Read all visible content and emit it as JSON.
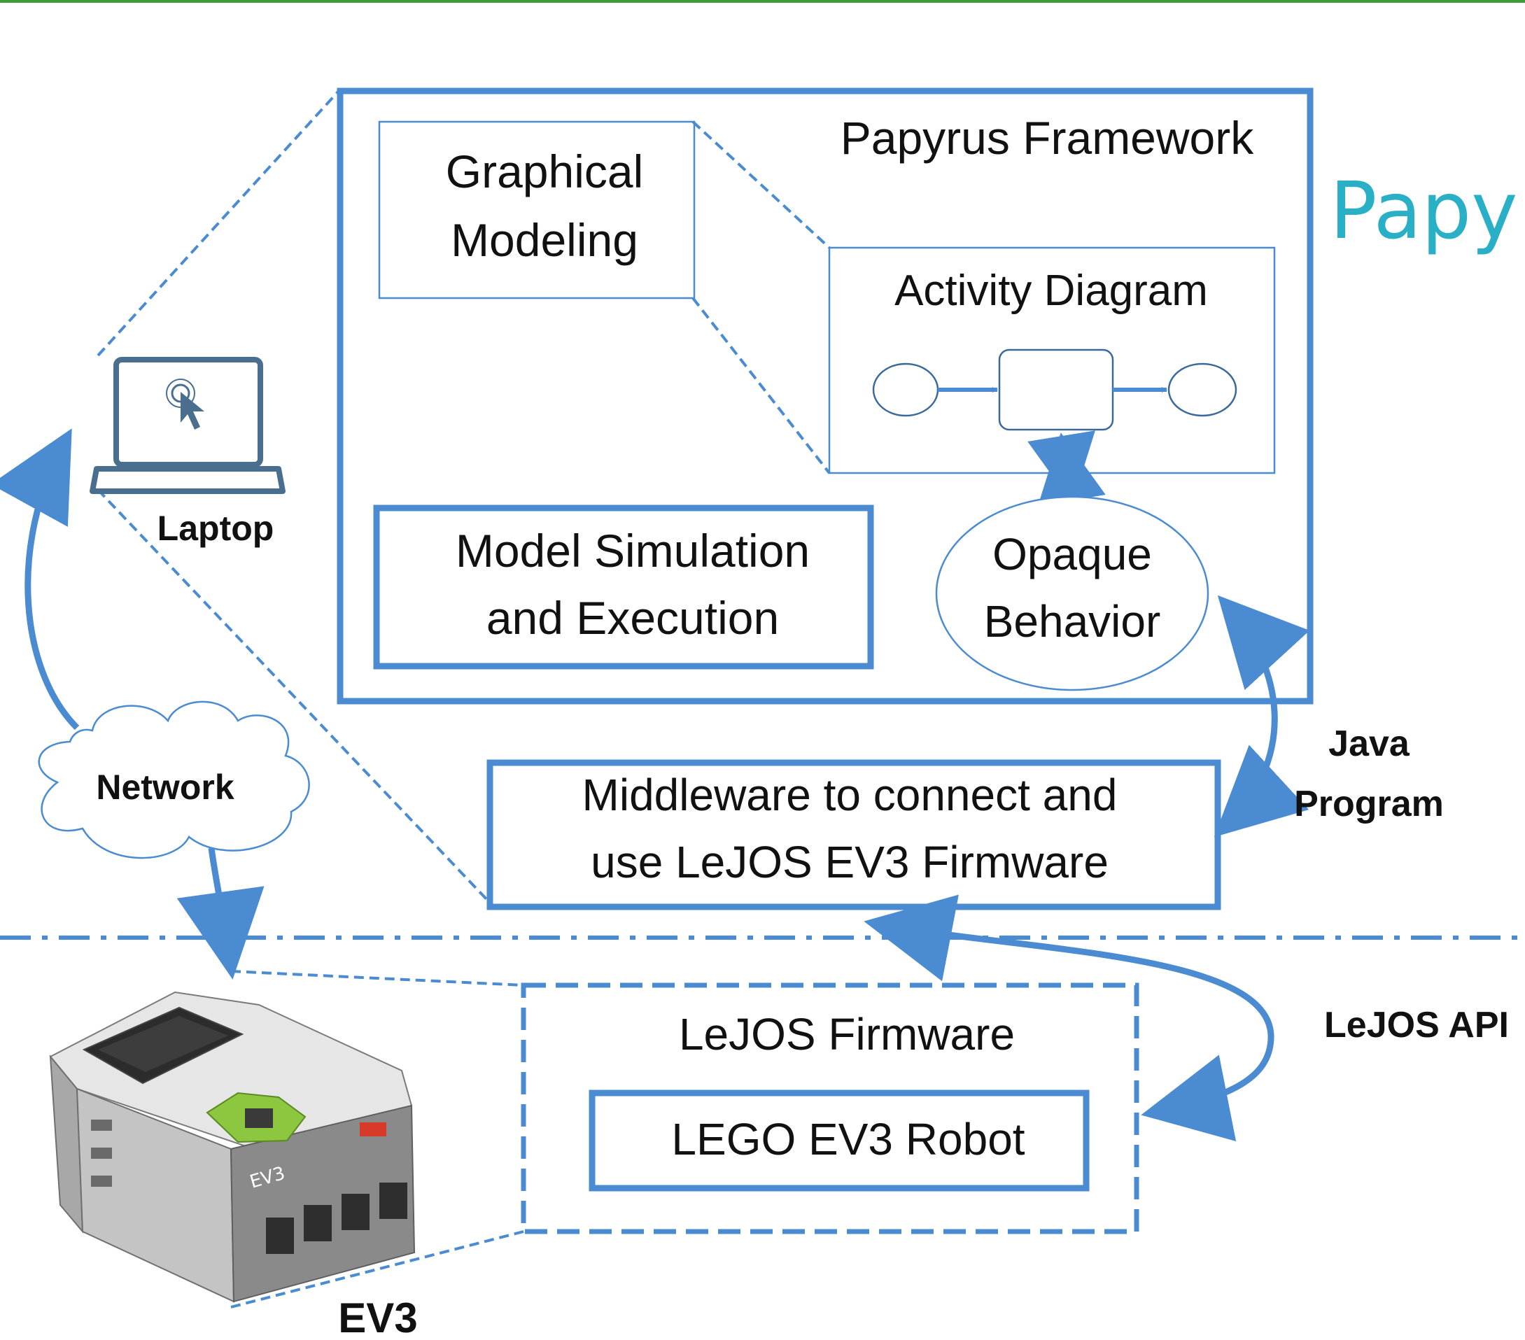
{
  "diagram": {
    "papyrus_framework": {
      "title": "Papyrus Framework"
    },
    "graphical_modeling": {
      "line1": "Graphical",
      "line2": "Modeling"
    },
    "activity_diagram": {
      "title": "Activity Diagram"
    },
    "opaque_behavior": {
      "line1": "Opaque",
      "line2": "Behavior"
    },
    "model_simulation": {
      "line1": "Model Simulation",
      "line2": "and Execution"
    },
    "middleware": {
      "line1": "Middleware to connect and",
      "line2": "use LeJOS EV3 Firmware"
    },
    "lejos_firmware": {
      "title": "LeJOS Firmware"
    },
    "lego_robot": {
      "label": "LEGO EV3 Robot"
    },
    "laptop": {
      "label": "Laptop",
      "icon": "laptop-icon"
    },
    "network": {
      "label": "Network",
      "icon": "cloud-icon"
    },
    "ev3": {
      "label": "EV3",
      "screen_label": "EV3"
    },
    "java_program": {
      "line1": "Java",
      "line2": "Program"
    },
    "lejos_api": {
      "label": "LeJOS API"
    },
    "papyrus_logo": {
      "text": "Papy"
    }
  },
  "colors": {
    "accent": "#4a8bd1",
    "text": "#111111",
    "top_bar": "#3e9a3a",
    "logo": "#2ab0c6",
    "ev3_body": "#d9d9d9",
    "ev3_dark": "#5a5a5a",
    "ev3_button": "#8dc63f"
  }
}
